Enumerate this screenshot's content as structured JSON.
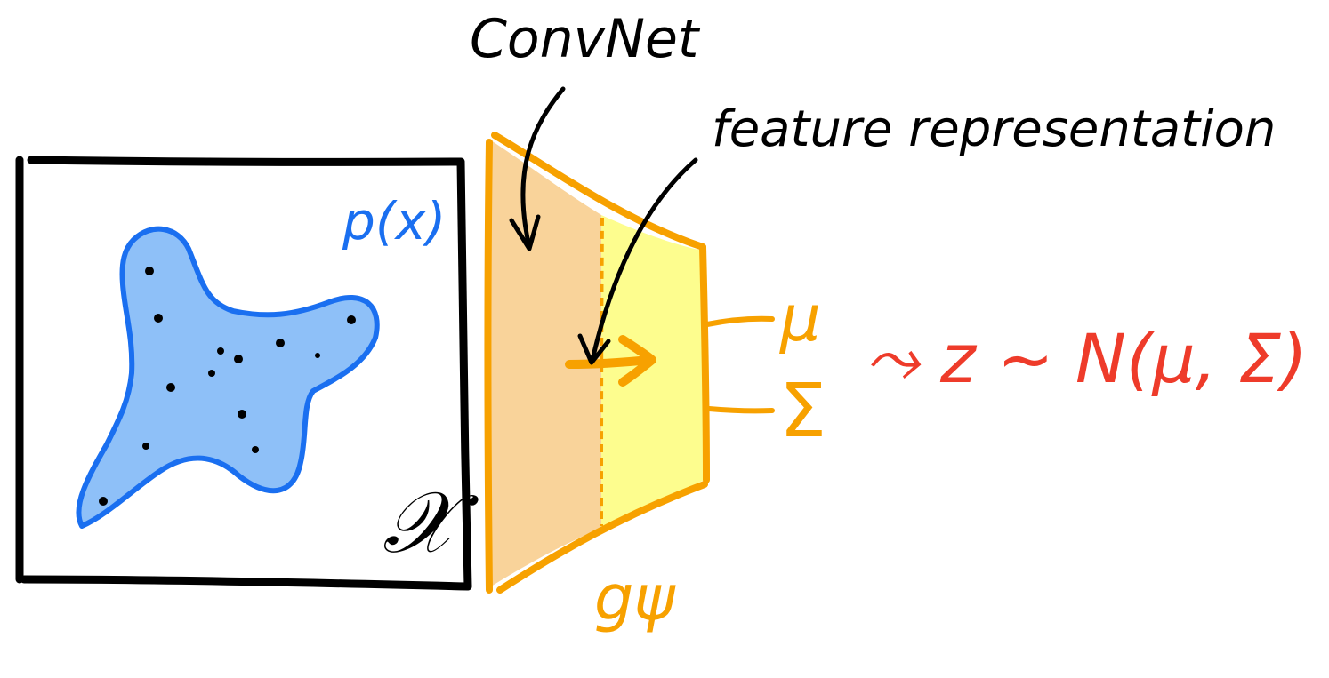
{
  "labels": {
    "convnet": "ConvNet",
    "feature_representation": "feature representation",
    "density": "p(x)",
    "space": "𝒳",
    "encoder": "gψ",
    "mu": "μ",
    "sigma": "Σ",
    "sampling": "⤳ z ~ N(μ, Σ)"
  },
  "colors": {
    "ink": "#000000",
    "blob_fill": "#8ec0f8",
    "blob_stroke": "#1a6ff0",
    "density_label": "#1a6ff0",
    "encoder_orange": "#f7a100",
    "encoder_fill_left": "#f9d39a",
    "encoder_fill_right": "#fdfd8e",
    "sampling_red": "#ee3b2a"
  },
  "icons": {
    "sample_points": "black-dots",
    "arrows": "hand-drawn-curved-arrow"
  }
}
